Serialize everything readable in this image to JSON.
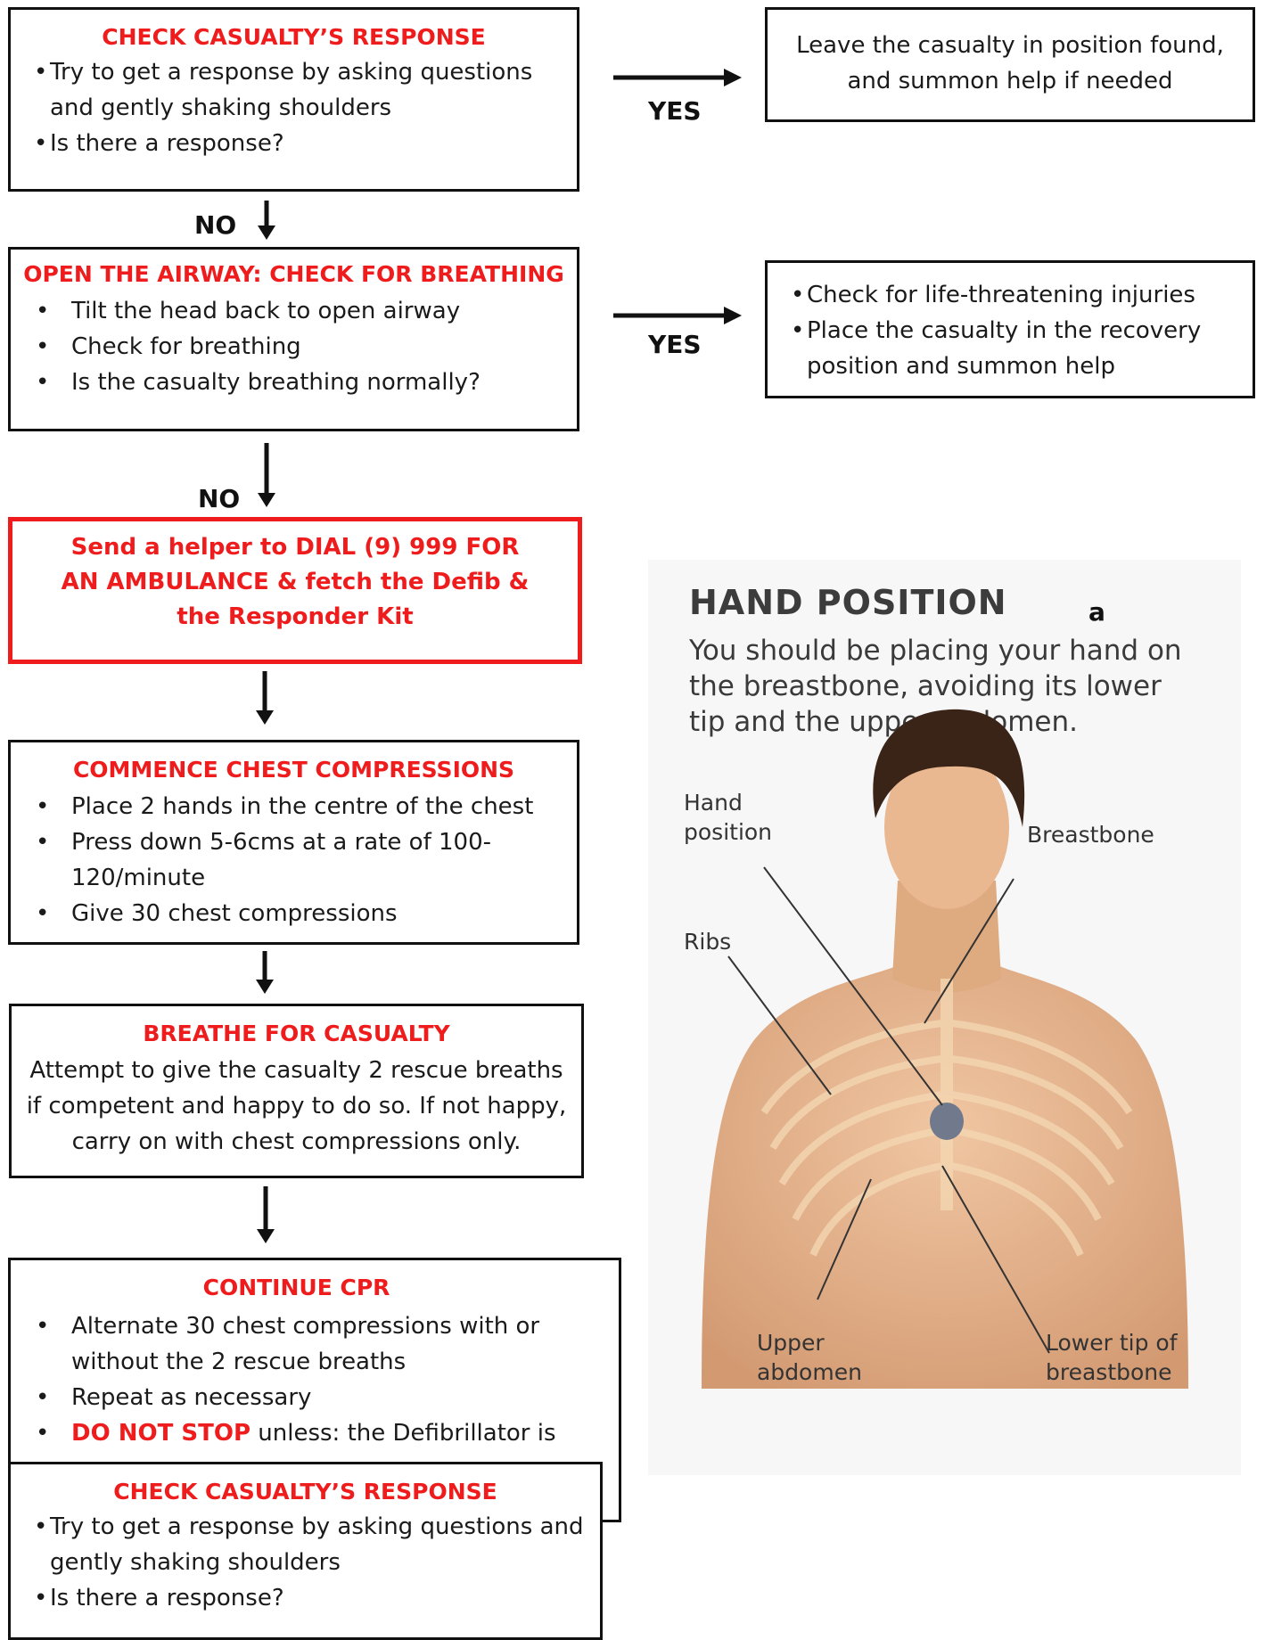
{
  "step1": {
    "title": "CHECK CASUALTY’S RESPONSE",
    "items": [
      "Try to get a response by asking  questions and gently shaking shoulders",
      "Is there a response?"
    ]
  },
  "yes_label_1": "YES",
  "yes_box_1": {
    "text": "Leave the casualty in position found, and summon help if needed"
  },
  "no_label_1": "NO",
  "step2": {
    "title": "OPEN THE AIRWAY: CHECK FOR BREATHING",
    "items": [
      "Tilt the head back to open airway",
      "Check for breathing",
      "Is the casualty breathing normally?"
    ]
  },
  "yes_label_2": "YES",
  "yes_box_2": {
    "items": [
      "Check for life-threatening injuries",
      "Place the casualty in the recovery position and summon help"
    ]
  },
  "no_label_2": "NO",
  "step3": {
    "text": "Send a helper to DIAL (9) 999 FOR AN AMBULANCE & fetch the Defib & the Responder Kit"
  },
  "step4": {
    "title": "COMMENCE CHEST COMPRESSIONS",
    "items": [
      "Place 2 hands in the centre of the chest",
      "Press down 5-6cms at a rate of 100-120/minute",
      "Give 30 chest compressions"
    ]
  },
  "step5": {
    "title": "BREATHE FOR CASUALTY",
    "text": "Attempt to give the casualty 2 rescue breaths if competent and happy to do so. If not happy, carry on with chest compressions only."
  },
  "step6": {
    "title": "CONTINUE CPR",
    "items": [
      "Alternate 30 chest compressions with or without the 2 rescue breaths",
      "Repeat as necessary"
    ],
    "do_not_stop": "DO NOT STOP",
    "do_not_stop_rest": "unless: the Defibrillator is"
  },
  "step7": {
    "title": "CHECK CASUALTY’S RESPONSE",
    "items": [
      "Try to get a response by asking  questions and gently shaking shoulders",
      "Is there a response?"
    ]
  },
  "photo": {
    "title": "HAND POSITION",
    "marker": "a",
    "description": "You should be placing your hand on the breastbone, avoiding its lower tip and the upper abdomen.",
    "labels": {
      "hand_position": "Hand position",
      "breastbone": "Breastbone",
      "ribs": "Ribs",
      "upper_abdomen": "Upper abdomen",
      "lower_tip": "Lower tip of breastbone"
    }
  },
  "colors": {
    "accent_red": "#ee1c1c",
    "border": "#111111",
    "skin": "#e7b48c"
  }
}
